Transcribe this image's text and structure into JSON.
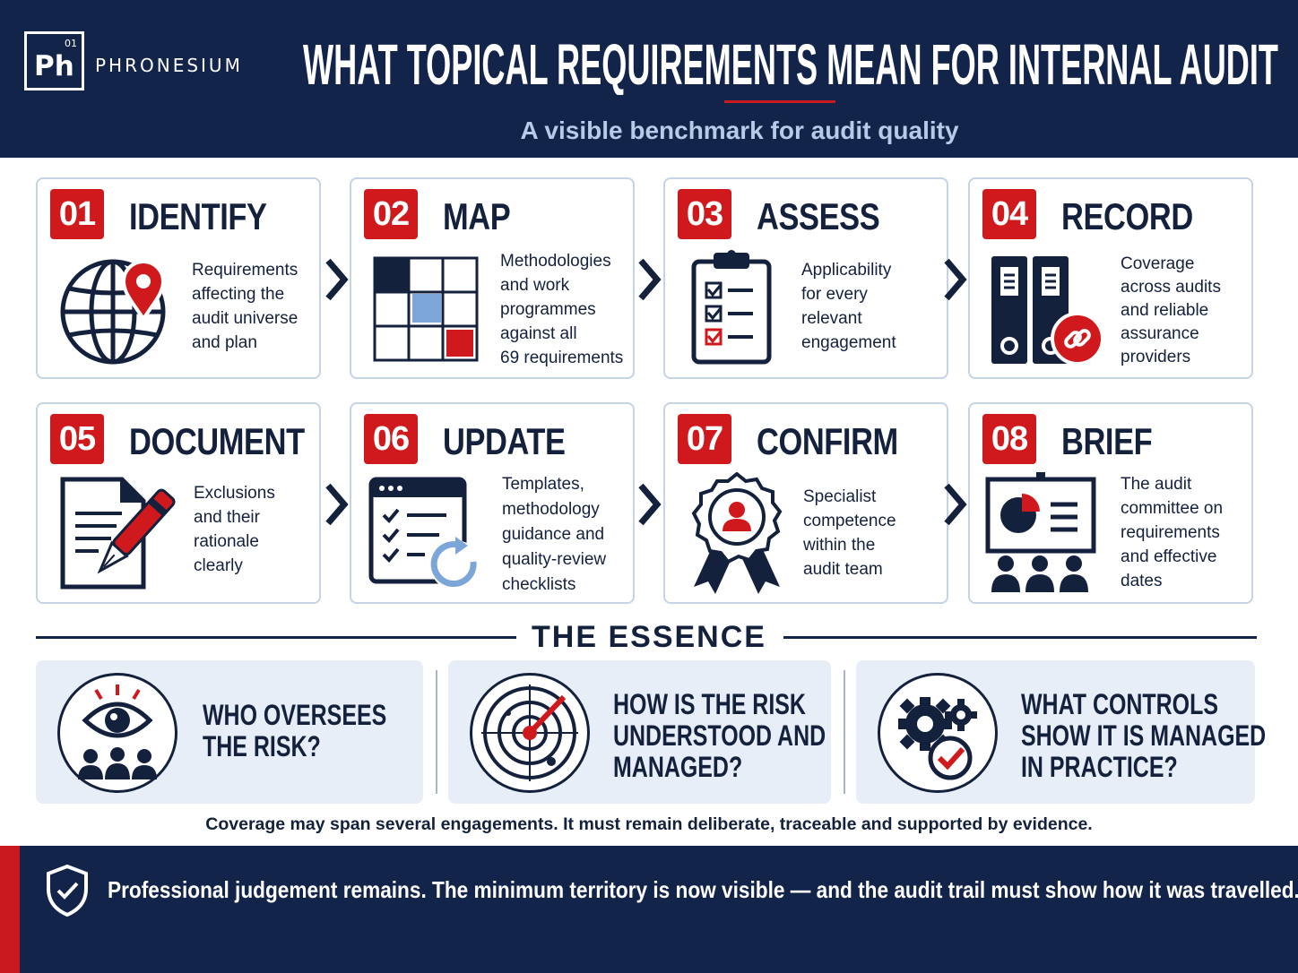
{
  "header": {
    "logo_symbol": "Ph",
    "logo_number": "01",
    "brand": "PHRONESIUM",
    "title": "WHAT TOPICAL REQUIREMENTS MEAN FOR INTERNAL AUDIT",
    "subtitle": "A visible benchmark for audit quality"
  },
  "steps": [
    {
      "number": "01",
      "title": "IDENTIFY",
      "icon": "globe-location-pin-icon",
      "lines": [
        "Requirements",
        "affecting the",
        "audit universe",
        "and plan"
      ]
    },
    {
      "number": "02",
      "title": "MAP",
      "icon": "grid-matrix-icon",
      "lines": [
        "Methodologies",
        "and work",
        "programmes",
        "against all",
        "69 requirements"
      ]
    },
    {
      "number": "03",
      "title": "ASSESS",
      "icon": "clipboard-checklist-icon",
      "lines": [
        "Applicability",
        "for every",
        "relevant",
        "engagement"
      ]
    },
    {
      "number": "04",
      "title": "RECORD",
      "icon": "binders-link-icon",
      "lines": [
        "Coverage",
        "across audits",
        "and reliable",
        "assurance",
        "providers"
      ]
    },
    {
      "number": "05",
      "title": "DOCUMENT",
      "icon": "document-pen-icon",
      "lines": [
        "Exclusions",
        "and their",
        "rationale",
        "clearly"
      ]
    },
    {
      "number": "06",
      "title": "UPDATE",
      "icon": "checklist-window-refresh-icon",
      "lines": [
        "Templates,",
        "methodology",
        "guidance and",
        "quality-review",
        "checklists"
      ]
    },
    {
      "number": "07",
      "title": "CONFIRM",
      "icon": "award-badge-person-icon",
      "lines": [
        "Specialist",
        "competence",
        "within the",
        "audit team"
      ]
    },
    {
      "number": "08",
      "title": "BRIEF",
      "icon": "presentation-board-audience-icon",
      "lines": [
        "The audit",
        "committee on",
        "requirements",
        "and effective",
        "dates"
      ]
    }
  ],
  "essence": {
    "title": "THE ESSENCE",
    "questions": [
      {
        "icon": "eye-people-icon",
        "lines": [
          "WHO OVERSEES",
          "THE RISK?"
        ]
      },
      {
        "icon": "radar-target-icon",
        "lines": [
          "HOW IS THE RISK",
          "UNDERSTOOD AND",
          "MANAGED?"
        ]
      },
      {
        "icon": "gears-check-icon",
        "lines": [
          "WHAT CONTROLS",
          "SHOW IT IS MANAGED",
          "IN PRACTICE?"
        ]
      }
    ],
    "footnote": "Coverage may span several engagements. It must remain deliberate, traceable and supported by evidence."
  },
  "footer": {
    "icon": "shield-check-icon",
    "text": "Professional judgement remains. The minimum territory is now visible — and the audit trail must show how it was travelled."
  },
  "colors": {
    "navy": "#13244a",
    "accent_red": "#d0191d",
    "light_blue": "#e7eef8",
    "subtitle_blue": "#b7cbe8",
    "card_border": "#c5d3e6"
  }
}
